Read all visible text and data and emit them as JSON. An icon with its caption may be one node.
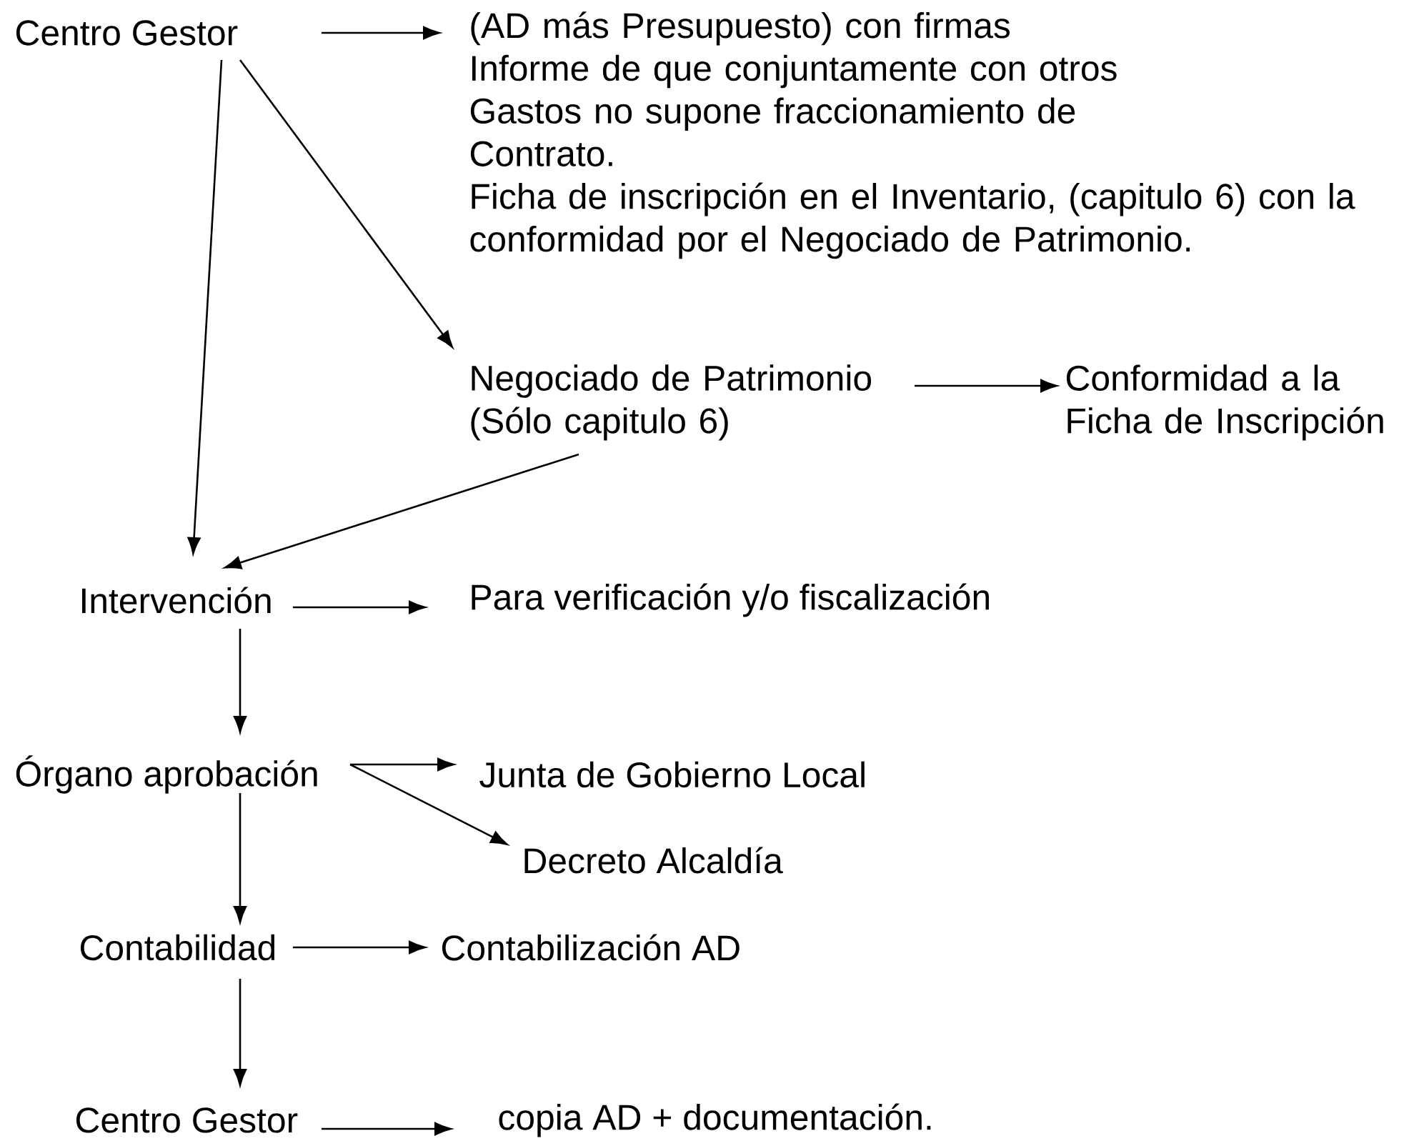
{
  "diagram": {
    "nodes": [
      {
        "text": [
          "Centro Gestor"
        ]
      },
      {
        "text": [
          "(AD más Presupuesto) con firmas",
          "Informe de que conjuntamente con otros Gastos no supone fraccionamiento de Contrato.",
          "Ficha de inscripción en el Inventario, (capitulo 6) con la conformidad por el Negociado de Patrimonio."
        ]
      },
      {
        "text": [
          "Negociado de Patrimonio (Sólo capitulo 6)"
        ]
      },
      {
        "text": [
          "Conformidad a la",
          "Ficha de Inscripción"
        ]
      },
      {
        "text": [
          "Intervención"
        ]
      },
      {
        "text": [
          "Para verificación y/o fiscalización"
        ]
      },
      {
        "text": [
          "Órgano aprobación"
        ]
      },
      {
        "text": [
          "Junta de Gobierno Local"
        ]
      },
      {
        "text": [
          "Decreto Alcaldía"
        ]
      },
      {
        "text": [
          "Contabilidad"
        ]
      },
      {
        "text": [
          "Contabilización AD"
        ]
      },
      {
        "text": [
          "Centro Gestor"
        ]
      },
      {
        "text": [
          "copia AD + documentación."
        ]
      }
    ],
    "edges": [
      {
        "from": 0,
        "to": 1,
        "arrow": "to"
      },
      {
        "from": 0,
        "to": 2,
        "arrow": "to"
      },
      {
        "from": 2,
        "to": 3,
        "arrow": "to"
      },
      {
        "from": 0,
        "to": 4,
        "arrow": "to"
      },
      {
        "from": 2,
        "to": 4,
        "arrow": "to"
      },
      {
        "from": 4,
        "to": 5,
        "arrow": "to"
      },
      {
        "from": 4,
        "to": 6,
        "arrow": "to"
      },
      {
        "from": 6,
        "to": 7,
        "arrow": "to"
      },
      {
        "from": 6,
        "to": 8,
        "arrow": "to"
      },
      {
        "from": 6,
        "to": 9,
        "arrow": "to"
      },
      {
        "from": 9,
        "to": 10,
        "arrow": "to"
      },
      {
        "from": 9,
        "to": 11,
        "arrow": "to"
      },
      {
        "from": 11,
        "to": 12,
        "arrow": "to"
      }
    ]
  }
}
